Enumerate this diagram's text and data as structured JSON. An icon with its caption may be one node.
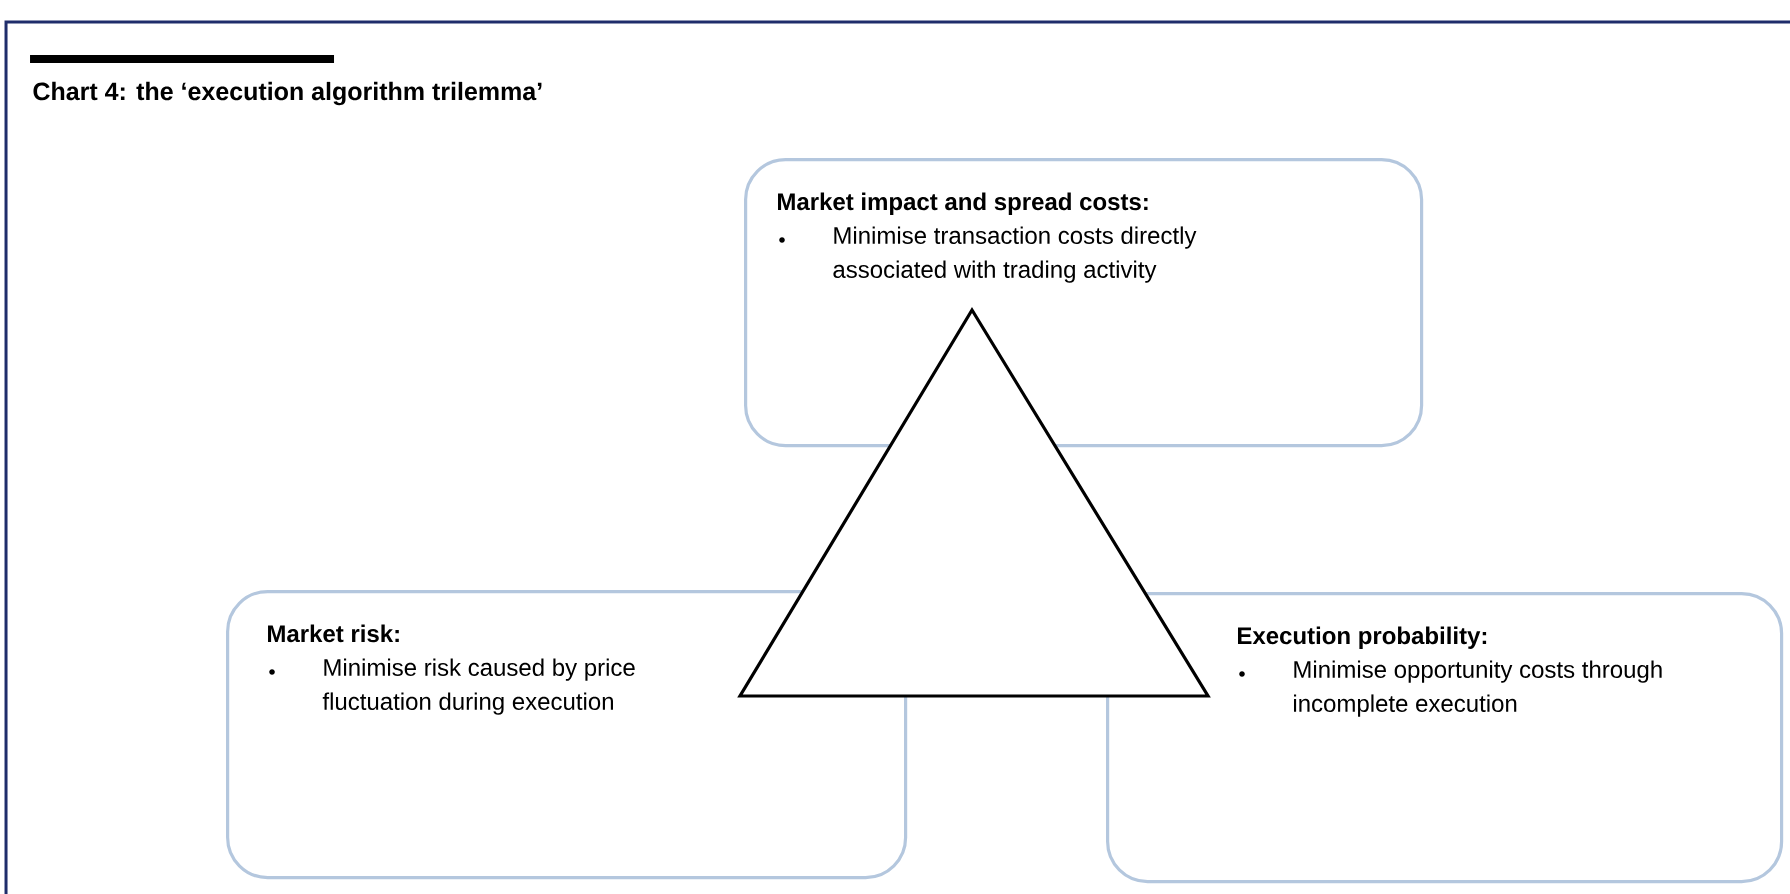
{
  "diagram": {
    "title": "Chart 4: the ‘execution algorithm trilemma’",
    "nodes": [
      {
        "text": [
          "Market impact and spread costs:",
          "Minimise transaction costs directly associated with trading activity"
        ]
      },
      {
        "text": [],
        "shape": "triangle"
      },
      {
        "text": [
          "Market risk:",
          "Minimise risk caused by price fluctuation during execution"
        ]
      },
      {
        "text": [
          "Execution probability:",
          "Minimise opportunity costs through incomplete execution"
        ]
      }
    ]
  }
}
